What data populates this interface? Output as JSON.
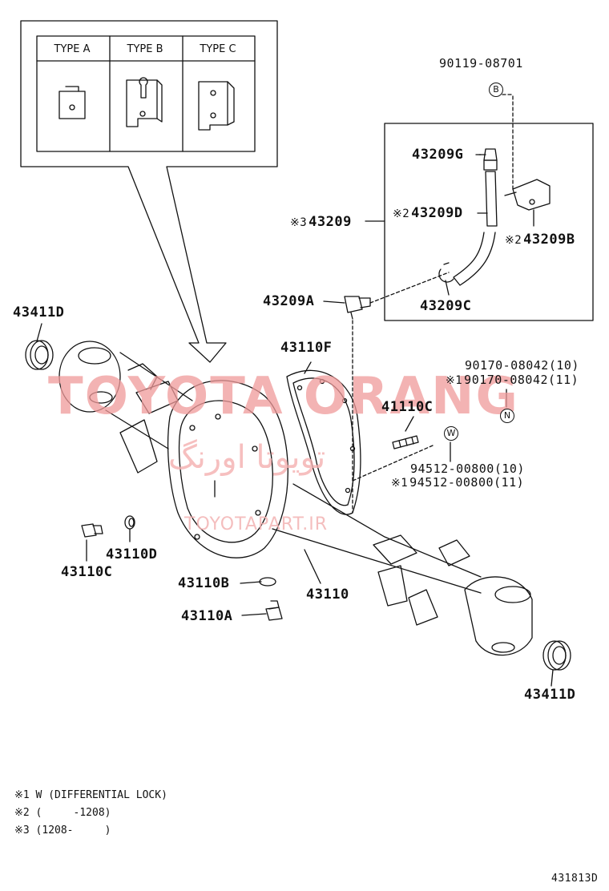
{
  "types": {
    "a": "TYPE A",
    "b": "TYPE B",
    "c": "TYPE C"
  },
  "labels": {
    "p90119": "90119-08701",
    "p43209G": "43209G",
    "p43209D": "43209D",
    "p43209": "43209",
    "p43209B": "43209B",
    "p43209A": "43209A",
    "p43209C": "43209C",
    "p43411D_l": "43411D",
    "p43110F": "43110F",
    "p90170a": "90170-08042(10)",
    "p90170b": "90170-08042(11)",
    "p41110C": "41110C",
    "p94512a": "94512-00800(10)",
    "p94512b": "94512-00800(11)",
    "p43110D": "43110D",
    "p43110C": "43110C",
    "p43110B": "43110B",
    "p43110": "43110",
    "p43110A": "43110A",
    "p43411D_r": "43411D"
  },
  "marks": {
    "m1": "※1",
    "m2": "※2",
    "m3": "※3"
  },
  "callouts": {
    "b": "B",
    "n": "N",
    "w": "W"
  },
  "notes": {
    "n1": "※1 W (DIFFERENTIAL LOCK)",
    "n2": "※2 (     -1208)",
    "n3": "※3 (1208-     )"
  },
  "watermark": {
    "main": "TOYOTA ORANG",
    "persian": "تويوتا اورنگ",
    "site": "TOYOTAPART.IR"
  },
  "diagram_code": "431813D"
}
